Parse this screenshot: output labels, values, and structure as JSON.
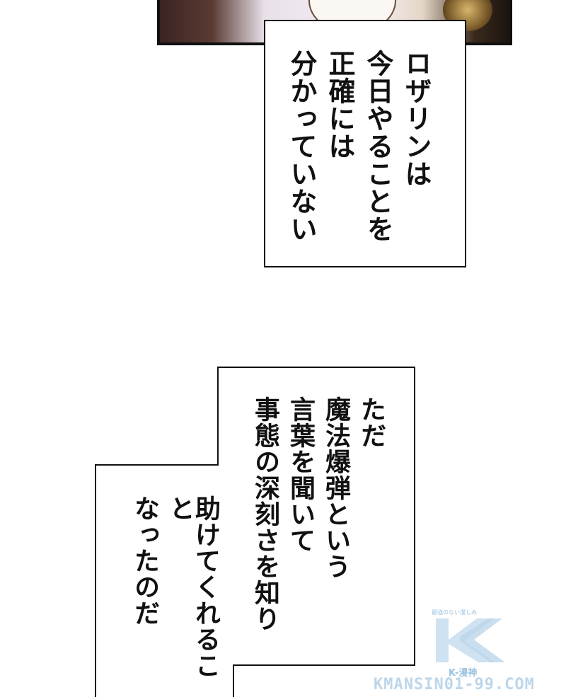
{
  "captions": [
    {
      "lines": [
        "ロザリンは",
        "今日やることを",
        "正確には",
        "分かっていない"
      ]
    },
    {
      "lines": [
        "ただ",
        "魔法爆弾という",
        "言葉を聞いて",
        "事態の深刻さを知り",
        "助けてくれること",
        "なったのだ"
      ]
    }
  ],
  "watermark": {
    "tagline": "最強のない漫しみ",
    "sub": "K-漫神",
    "url": "KMANSIN01-99.COM"
  }
}
